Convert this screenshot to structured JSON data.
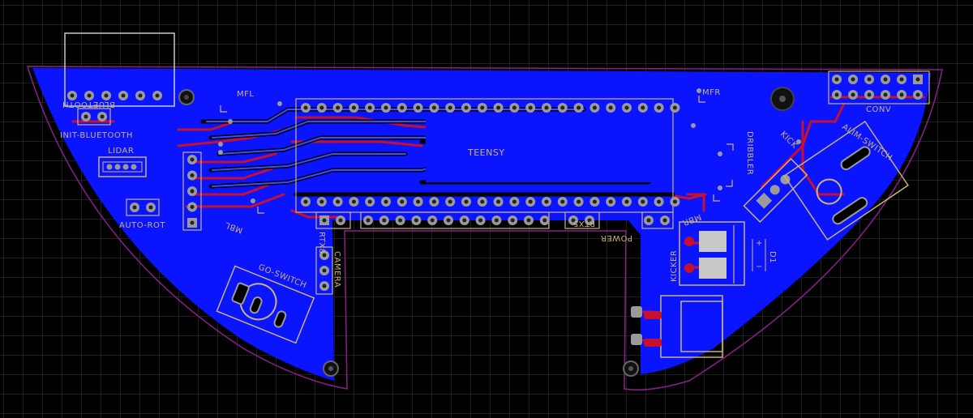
{
  "board": {
    "colors": {
      "background": "#000000",
      "grid": "#3a3a3a",
      "copper_top": "#0a14ff",
      "copper_bottom": "#c8102e",
      "silkscreen": "#c8b478",
      "outline": "#8c1e8c",
      "pad": "#9a9a9a",
      "trace_top": "#2a3cff"
    },
    "labels": {
      "bluetooth": "BLUETOOTH",
      "init_bluetooth": "INIT-BLUETOOTH",
      "lidar": "LIDAR",
      "auto_rot": "AUTO-ROT",
      "mfl": "MFL",
      "mfr": "MFR",
      "teensy": "TEENSY",
      "conv": "CONV",
      "kick": "KICK",
      "dribbler": "DRIBBLER",
      "alim_switch": "ALIM-SWITCH",
      "mbl": "MBL",
      "mbr": "MBR",
      "rtx8": "RTX8",
      "rtx5": "RTX5",
      "power": "POWER",
      "camera": "CAMERA",
      "go_switch": "GO-SWITCH",
      "kicker": "KICKER",
      "d1": "D1",
      "plus": "+",
      "minus": "−"
    },
    "icons": {
      "mounting_hole": "mounting-hole-icon",
      "pad": "pad-icon"
    }
  }
}
